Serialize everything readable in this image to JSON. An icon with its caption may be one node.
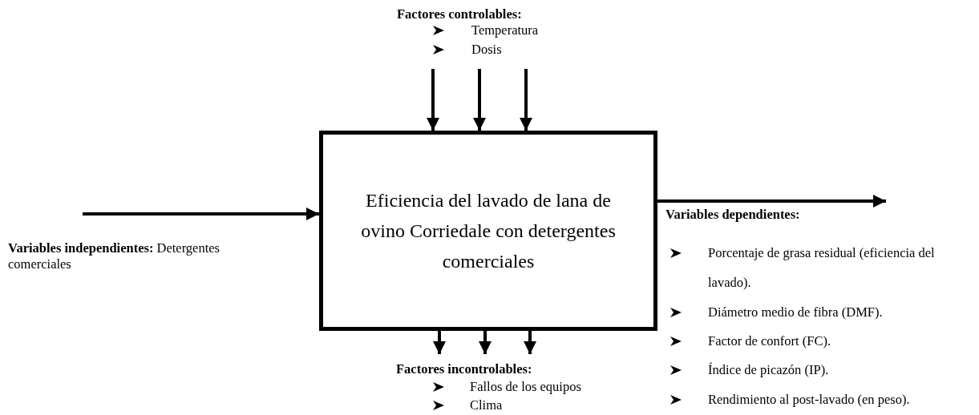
{
  "diagram": {
    "nodes": [
      {
        "text": [
          "Eficiencia del lavado de lana de ovino Corriedale con detergentes comerciales"
        ]
      },
      {
        "text": [
          "Factores incontrolables:"
        ]
      }
    ],
    "edges": [
      {
        "from": null,
        "to": 0,
        "arrow": "to"
      },
      {
        "from": null,
        "to": 0,
        "arrow": "to"
      },
      {
        "from": null,
        "to": 0,
        "arrow": "to"
      },
      {
        "from": null,
        "to": 0,
        "arrow": "to"
      },
      {
        "from": 0,
        "to": 1,
        "arrow": "to"
      },
      {
        "from": 0,
        "to": 1,
        "arrow": "to"
      },
      {
        "from": 0,
        "to": 1,
        "arrow": "to"
      },
      {
        "from": 0,
        "to": null,
        "arrow": "to"
      }
    ],
    "labels": [
      "Factores controlables:",
      "Temperatura",
      "Dosis",
      "Variables dependientes:",
      "**Variables independientes:**  Detergentes comerciales",
      "Porcentaje de grasa residual (eficiencia del lavado).",
      "Diámetro medio de fibra (DMF).",
      "Factor de confort (FC).",
      "Índice de picazón (IP).",
      "Rendimiento al post-lavado (en peso).",
      "Fallos de los equipos",
      "Clima"
    ]
  }
}
